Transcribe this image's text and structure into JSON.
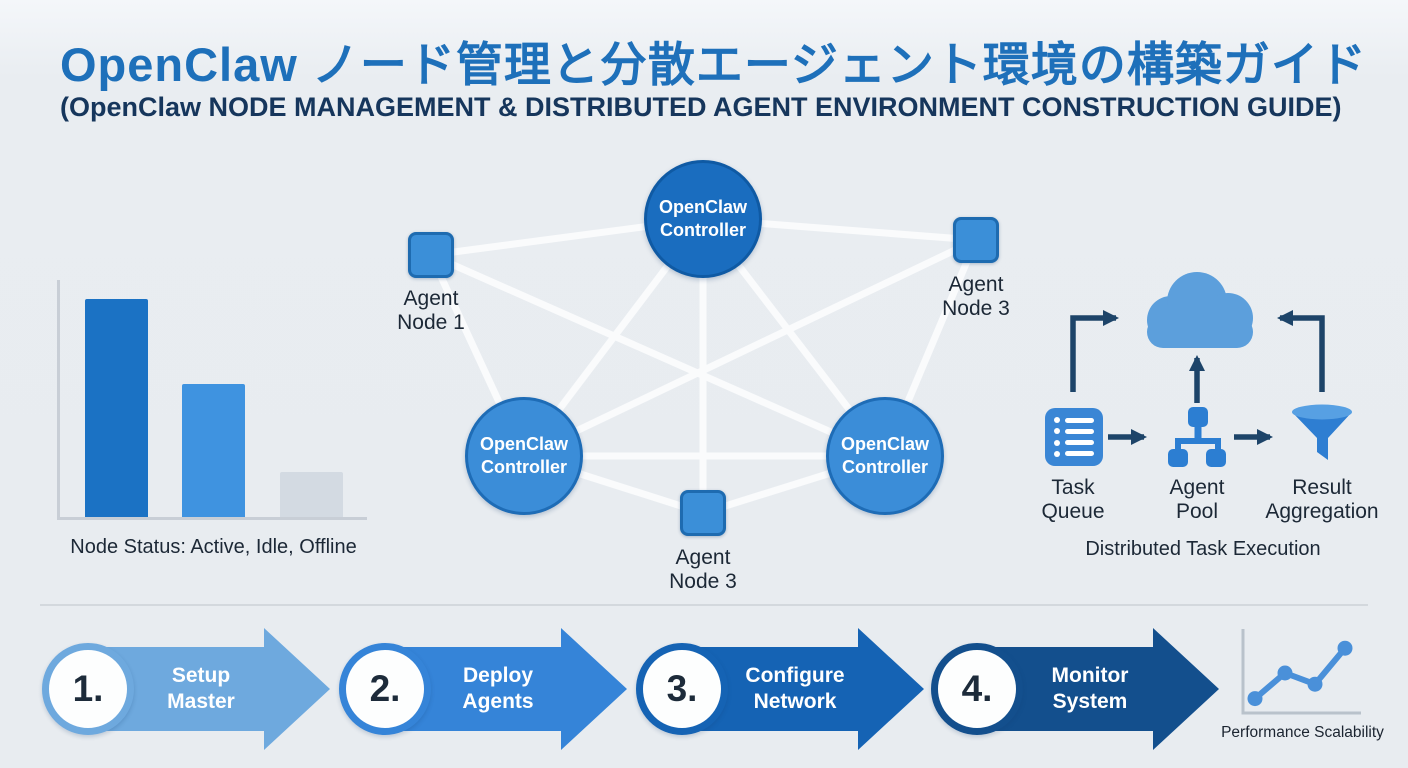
{
  "header": {
    "title_jp": "OpenClaw ノード管理と分散エージェント環境の構築ガイド",
    "title_en": "(OpenClaw NODE MANAGEMENT & DISTRIBUTED AGENT ENVIRONMENT CONSTRUCTION GUIDE)"
  },
  "chart_data": [
    {
      "type": "bar",
      "title": "Node Status",
      "categories": [
        "Active",
        "Idle",
        "Offline"
      ],
      "values": [
        92,
        56,
        19
      ],
      "colors": [
        "#1b72c4",
        "#3f93e0",
        "#d3dae2"
      ],
      "ylim": [
        0,
        100
      ],
      "caption": "Node Status: Active, Idle, Offline",
      "grid": false,
      "legend": "none"
    },
    {
      "type": "line",
      "title": "Performance Scalability",
      "x": [
        1,
        2,
        3,
        4
      ],
      "y": [
        18,
        50,
        36,
        81
      ],
      "xlim": [
        0,
        5
      ],
      "ylim": [
        0,
        100
      ],
      "color": "#4a90d9",
      "grid": false,
      "legend": "none"
    }
  ],
  "network": {
    "controllers": [
      {
        "lines": [
          "OpenClaw",
          "Controller"
        ]
      },
      {
        "lines": [
          "OpenClaw",
          "Controller"
        ]
      },
      {
        "lines": [
          "OpenClaw",
          "Controller"
        ]
      }
    ],
    "agents": [
      {
        "lines": [
          "Agent",
          "Node 1"
        ]
      },
      {
        "lines": [
          "Agent",
          "Node 3"
        ]
      },
      {
        "lines": [
          "Agent",
          "Node 3"
        ]
      }
    ]
  },
  "task_flow": {
    "stages": [
      {
        "icon": "task-queue-icon",
        "lines": [
          "Task",
          "Queue"
        ]
      },
      {
        "icon": "agent-pool-icon",
        "lines": [
          "Agent",
          "Pool"
        ]
      },
      {
        "icon": "funnel-icon",
        "lines": [
          "Result",
          "Aggregation"
        ]
      }
    ],
    "caption": "Distributed Task Execution"
  },
  "process": {
    "steps": [
      {
        "number": "1.",
        "lines": [
          "Setup Master"
        ],
        "color": "#6ea9de"
      },
      {
        "number": "2.",
        "lines": [
          "Deploy Agents"
        ],
        "color": "#3584d8"
      },
      {
        "number": "3.",
        "lines": [
          "Configure",
          "Network"
        ],
        "color": "#1563b4"
      },
      {
        "number": "4.",
        "lines": [
          "Monitor System"
        ],
        "color": "#134f8d"
      }
    ]
  },
  "performance": {
    "caption": "Performance Scalability"
  },
  "colors": {
    "title_blue": "#1e70ba",
    "subtitle_navy": "#16365c",
    "background": "#e8ecf0",
    "controller_primary": "#1a6dbf",
    "controller_secondary": "#3b8dd8",
    "agent_square": "#3b8fd8",
    "cloud_blue": "#5c9fdc",
    "flow_arrow_navy": "#1d4469",
    "text_dark": "#1c2836"
  }
}
